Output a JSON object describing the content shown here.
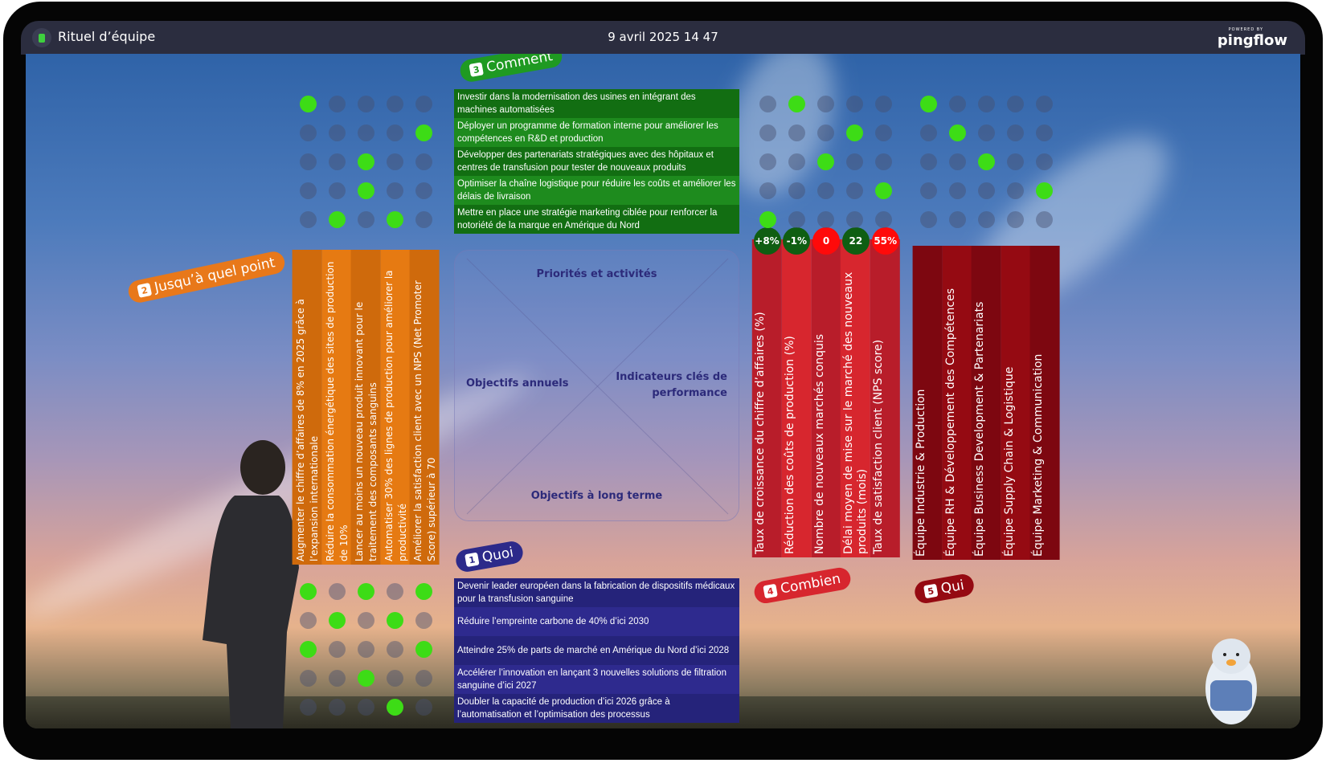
{
  "header": {
    "title": "Rituel d’équipe",
    "datetime": "9 avril 2025 14 47",
    "brand": "pingflow",
    "brand_tag": "POWERED BY"
  },
  "labels": {
    "comment": "Comment",
    "comment_num": "3",
    "jusqu": "Jusqu’à quel point",
    "jusqu_num": "2",
    "quoi": "Quoi",
    "quoi_num": "1",
    "combien": "Combien",
    "combien_num": "4",
    "qui": "Qui",
    "qui_num": "5"
  },
  "center": {
    "top": "Priorités et activités",
    "left": "Objectifs annuels",
    "right": "Indicateurs clés de performance",
    "bottom": "Objectifs à long terme"
  },
  "comment_items": [
    "Investir dans la modernisation des usines en intégrant des machines automatisées",
    "Déployer un programme de formation interne pour améliorer les compétences en R&D et production",
    "Développer des partenariats stratégiques avec des hôpitaux et centres de transfusion pour tester de nouveaux produits",
    "Optimiser la chaîne logistique pour réduire les coûts et améliorer les délais de livraison",
    "Mettre en place une stratégie marketing ciblée pour renforcer la notoriété de la marque en Amérique du Nord"
  ],
  "quoi_items": [
    "Devenir leader européen dans la fabrication de dispositifs médicaux pour la transfusion sanguine",
    "Réduire l’empreinte carbone de 40% d’ici 2030",
    "Atteindre 25% de parts de marché en Amérique du Nord d’ici 2028",
    "Accélérer l’innovation en lançant 3 nouvelles solutions de filtration sanguine d’ici 2027",
    "Doubler la capacité de production d’ici 2026 grâce à l’automatisation et l’optimisation des processus"
  ],
  "annual_objectives": [
    "Augmenter le chiffre d’affaires de 8% en 2025 grâce à l’expansion internationale",
    "Réduire la consommation énergétique des sites de production de 10%",
    "Lancer au moins un nouveau produit innovant pour le traitement des composants sanguins",
    "Automatiser 30% des lignes de production pour améliorer la productivité",
    "Améliorer la satisfaction client avec un NPS (Net Promoter Score) supérieur à 70"
  ],
  "kpis": [
    {
      "label": "Taux de croissance du chiffre d’affaires (%)",
      "value": "+8%",
      "status": "#0f5e12"
    },
    {
      "label": "Réduction des coûts de production (%)",
      "value": "-1%",
      "status": "#0f5e12"
    },
    {
      "label": "Nombre de nouveaux marchés conquis",
      "value": "0",
      "status": "#ff0a0a"
    },
    {
      "label": "Délai moyen de mise sur le marché des nouveaux produits (mois)",
      "value": "22",
      "status": "#0f5e12"
    },
    {
      "label": "Taux de satisfaction client (NPS score)",
      "value": "55%",
      "status": "#ff0a0a"
    }
  ],
  "teams": [
    "Équipe Industrie & Production",
    "Équipe RH & Développement des Compétences",
    "Équipe Business Development & Partenariats",
    "Équipe Supply Chain & Logistique",
    "Équipe Marketing & Communication"
  ],
  "matrices": {
    "objectives_x_priorities": [
      [
        1,
        0,
        0,
        0,
        0
      ],
      [
        0,
        0,
        0,
        0,
        1
      ],
      [
        0,
        0,
        1,
        0,
        0
      ],
      [
        0,
        0,
        1,
        0,
        0
      ],
      [
        0,
        1,
        0,
        1,
        0
      ]
    ],
    "priorities_x_kpis": [
      [
        0,
        1,
        0,
        0,
        0
      ],
      [
        0,
        0,
        0,
        1,
        0
      ],
      [
        0,
        0,
        1,
        0,
        0
      ],
      [
        0,
        0,
        0,
        0,
        1
      ],
      [
        1,
        0,
        0,
        0,
        0
      ]
    ],
    "priorities_x_teams": [
      [
        1,
        0,
        0,
        0,
        0
      ],
      [
        0,
        1,
        0,
        0,
        0
      ],
      [
        0,
        0,
        1,
        0,
        0
      ],
      [
        0,
        0,
        0,
        0,
        1
      ],
      [
        0,
        0,
        0,
        0,
        0
      ]
    ],
    "objectives_x_longterm": [
      [
        1,
        0,
        1,
        0,
        1
      ],
      [
        0,
        1,
        0,
        1,
        0
      ],
      [
        1,
        0,
        0,
        0,
        1
      ],
      [
        0,
        0,
        1,
        0,
        0
      ],
      [
        0,
        0,
        0,
        1,
        0
      ]
    ]
  }
}
